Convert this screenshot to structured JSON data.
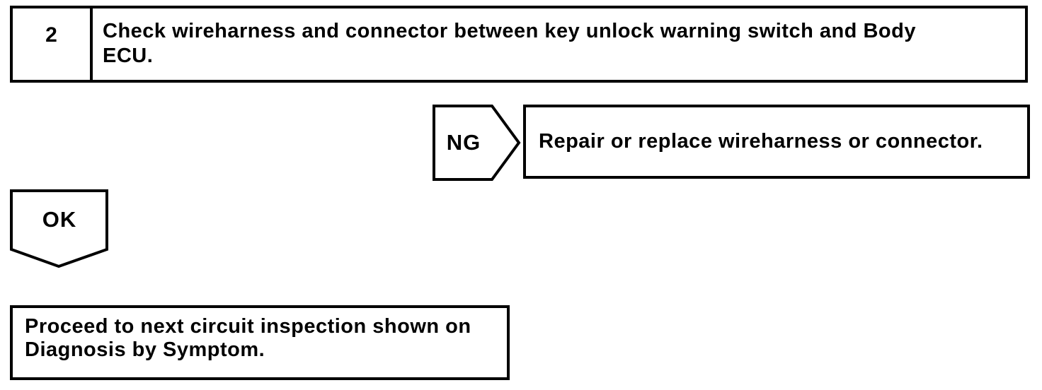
{
  "flowchart": {
    "step_box": {
      "number": "2",
      "instruction_line1": "Check wireharness and connector between key unlock warning switch and Body",
      "instruction_line2": "ECU."
    },
    "ng_branch": {
      "label": "NG",
      "action": "Repair or replace wireharness or connector."
    },
    "ok_branch": {
      "label": "OK",
      "action_line1": "Proceed to next circuit inspection shown on",
      "action_line2": "Diagnosis by Symptom."
    },
    "colors": {
      "ink": "#000000",
      "background": "#ffffff"
    }
  }
}
